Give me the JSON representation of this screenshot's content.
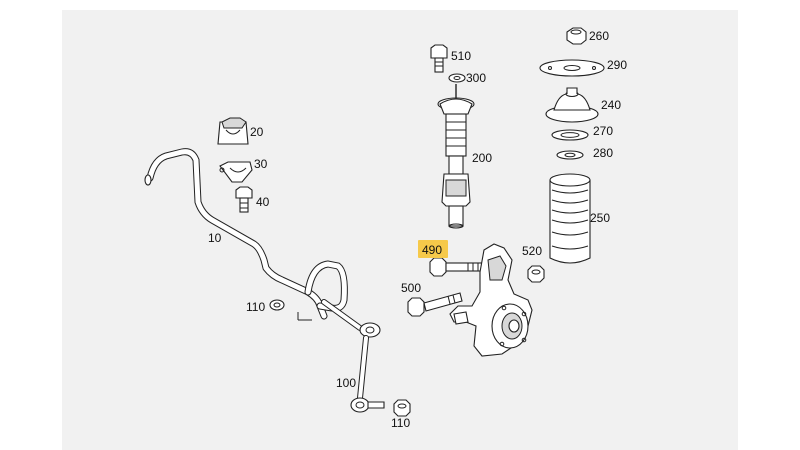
{
  "diagram": {
    "highlight_color": "#f6c94a",
    "background_color": "#f1f1f1",
    "callouts": [
      {
        "id": "260",
        "text": "260"
      },
      {
        "id": "510",
        "text": "510"
      },
      {
        "id": "290",
        "text": "290"
      },
      {
        "id": "300",
        "text": "300"
      },
      {
        "id": "240",
        "text": "240"
      },
      {
        "id": "270",
        "text": "270"
      },
      {
        "id": "20",
        "text": "20"
      },
      {
        "id": "280",
        "text": "280"
      },
      {
        "id": "200",
        "text": "200"
      },
      {
        "id": "30",
        "text": "30"
      },
      {
        "id": "40",
        "text": "40"
      },
      {
        "id": "250",
        "text": "250"
      },
      {
        "id": "10",
        "text": "10"
      },
      {
        "id": "490",
        "text": "490",
        "highlighted": true
      },
      {
        "id": "520",
        "text": "520"
      },
      {
        "id": "500",
        "text": "500"
      },
      {
        "id": "110a",
        "text": "110"
      },
      {
        "id": "100",
        "text": "100"
      },
      {
        "id": "110b",
        "text": "110"
      }
    ]
  }
}
